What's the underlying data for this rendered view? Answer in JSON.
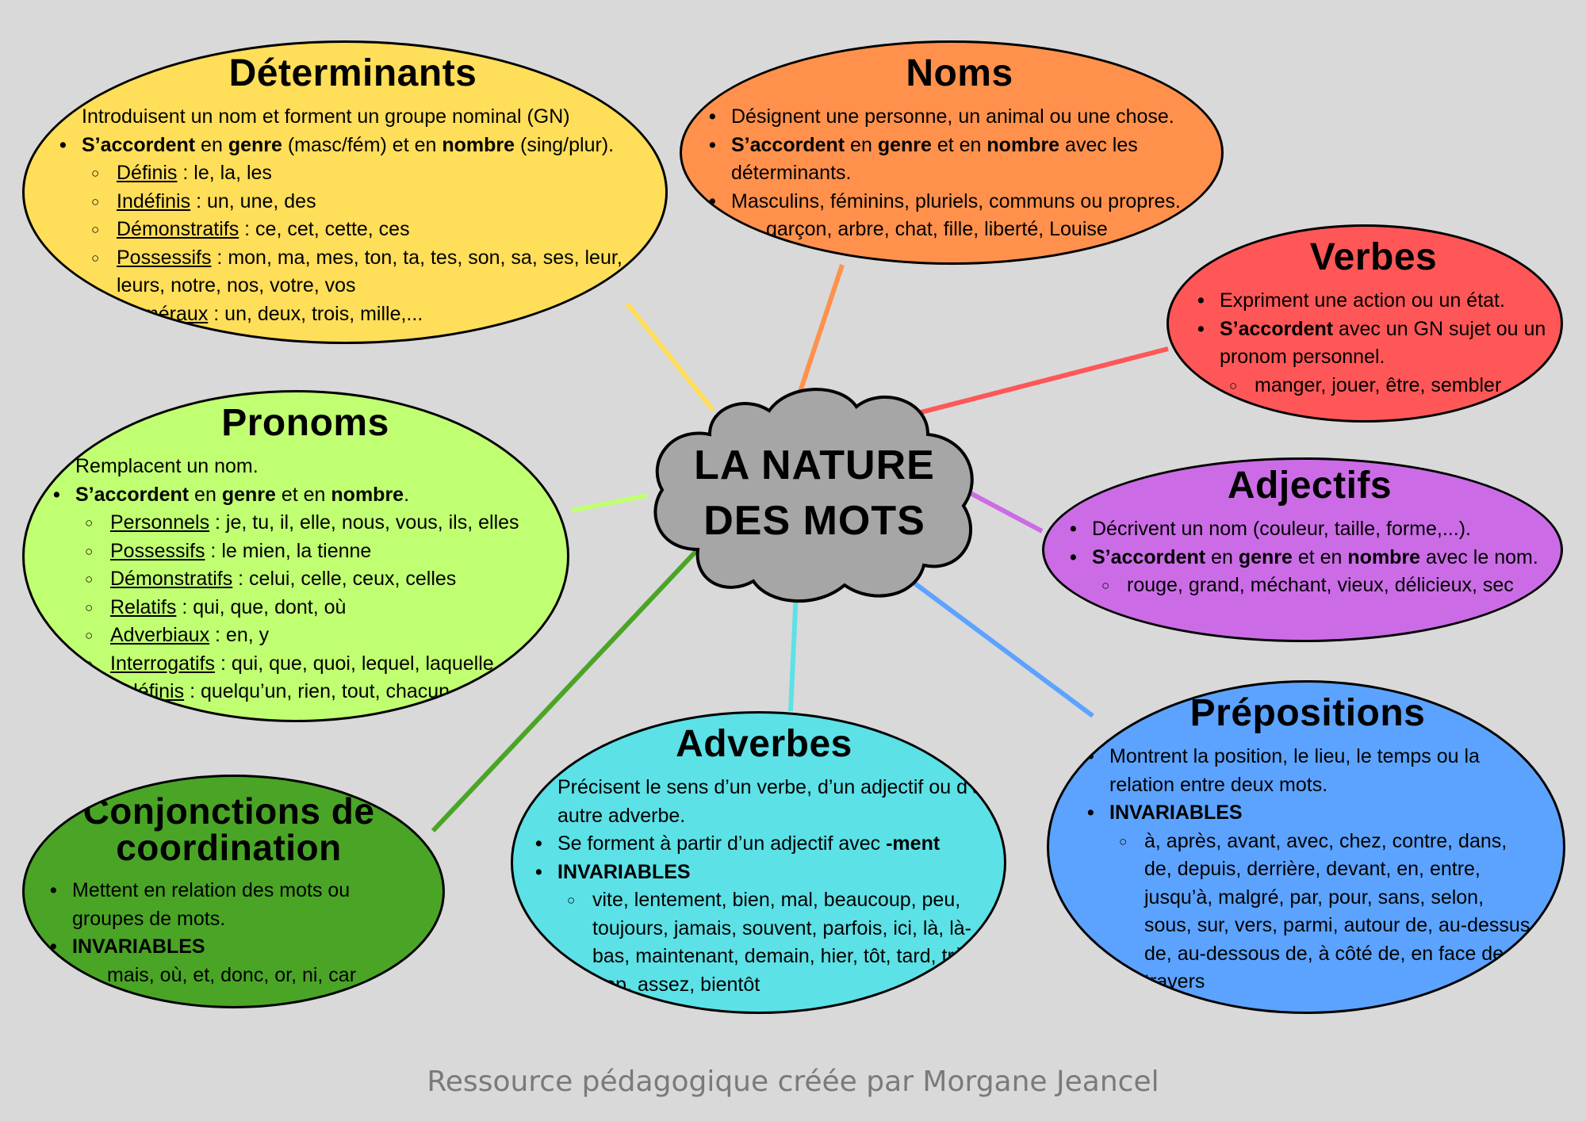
{
  "center": {
    "line1": "LA NATURE",
    "line2": "DES MOTS",
    "color": "#a6a6a6"
  },
  "footer": "Ressource pédagogique créée par Morgane Jeancel",
  "bubbles": [
    {
      "id": "determinants",
      "title": "Déterminants",
      "color": "#ffde59",
      "items": [
        {
          "level": 1,
          "segs": [
            {
              "t": "Introduisent un nom et forment un groupe nominal (GN)"
            }
          ]
        },
        {
          "level": 1,
          "segs": [
            {
              "t": "S’accordent",
              "b": true
            },
            {
              "t": " en "
            },
            {
              "t": "genre",
              "b": true
            },
            {
              "t": " (masc/fém) et en "
            },
            {
              "t": "nombre",
              "b": true
            },
            {
              "t": " (sing/plur)."
            }
          ]
        },
        {
          "level": 2,
          "segs": [
            {
              "t": "Définis",
              "u": true
            },
            {
              "t": " : le, la, les"
            }
          ]
        },
        {
          "level": 2,
          "segs": [
            {
              "t": "Indéfinis",
              "u": true
            },
            {
              "t": " : un, une, des"
            }
          ]
        },
        {
          "level": 2,
          "segs": [
            {
              "t": "Démonstratifs",
              "u": true
            },
            {
              "t": " : ce, cet, cette, ces"
            }
          ]
        },
        {
          "level": 2,
          "segs": [
            {
              "t": "Possessifs",
              "u": true
            },
            {
              "t": " : mon, ma, mes, ton, ta, tes, son, sa, ses, leur, leurs, notre, nos, votre, vos"
            }
          ]
        },
        {
          "level": 2,
          "segs": [
            {
              "t": "Numéraux",
              "u": true
            },
            {
              "t": " : un, deux, trois, mille,..."
            }
          ]
        }
      ]
    },
    {
      "id": "noms",
      "title": "Noms",
      "color": "#ff914d",
      "items": [
        {
          "level": 1,
          "segs": [
            {
              "t": "Désignent une personne, un animal ou une chose."
            }
          ]
        },
        {
          "level": 1,
          "segs": [
            {
              "t": "S’accordent",
              "b": true
            },
            {
              "t": " en "
            },
            {
              "t": "genre",
              "b": true
            },
            {
              "t": " et en "
            },
            {
              "t": "nombre",
              "b": true
            },
            {
              "t": " avec les déterminants."
            }
          ]
        },
        {
          "level": 1,
          "segs": [
            {
              "t": "Masculins, féminins, pluriels, communs ou propres."
            }
          ]
        },
        {
          "level": 2,
          "segs": [
            {
              "t": "garçon, arbre, chat, fille, liberté, Louise"
            }
          ]
        }
      ]
    },
    {
      "id": "verbes",
      "title": "Verbes",
      "color": "#ff5757",
      "items": [
        {
          "level": 1,
          "segs": [
            {
              "t": "Expriment une action ou un état."
            }
          ]
        },
        {
          "level": 1,
          "segs": [
            {
              "t": "S’accordent",
              "b": true
            },
            {
              "t": " avec un GN sujet ou un pronom personnel."
            }
          ]
        },
        {
          "level": 2,
          "segs": [
            {
              "t": "manger, jouer, être, sembler"
            }
          ]
        }
      ]
    },
    {
      "id": "pronoms",
      "title": "Pronoms",
      "color": "#c1ff72",
      "items": [
        {
          "level": 1,
          "segs": [
            {
              "t": "Remplacent un nom."
            }
          ]
        },
        {
          "level": 1,
          "segs": [
            {
              "t": "S’accordent",
              "b": true
            },
            {
              "t": " en "
            },
            {
              "t": "genre",
              "b": true
            },
            {
              "t": " et en "
            },
            {
              "t": "nombre",
              "b": true
            },
            {
              "t": "."
            }
          ]
        },
        {
          "level": 2,
          "segs": [
            {
              "t": "Personnels",
              "u": true
            },
            {
              "t": " : je, tu, il, elle, nous, vous, ils, elles"
            }
          ]
        },
        {
          "level": 2,
          "segs": [
            {
              "t": "Possessifs",
              "u": true
            },
            {
              "t": " : le mien, la tienne"
            }
          ]
        },
        {
          "level": 2,
          "segs": [
            {
              "t": "Démonstratifs",
              "u": true
            },
            {
              "t": " : celui, celle, ceux, celles"
            }
          ]
        },
        {
          "level": 2,
          "segs": [
            {
              "t": "Relatifs",
              "u": true
            },
            {
              "t": " : qui, que, dont, où"
            }
          ]
        },
        {
          "level": 2,
          "segs": [
            {
              "t": "Adverbiaux",
              "u": true
            },
            {
              "t": " : en, y"
            }
          ]
        },
        {
          "level": 2,
          "segs": [
            {
              "t": "Interrogatifs",
              "u": true
            },
            {
              "t": " : qui, que, quoi, lequel, laquelle"
            }
          ]
        },
        {
          "level": 2,
          "segs": [
            {
              "t": "Indéfinis",
              "u": true
            },
            {
              "t": " : quelqu’un, rien, tout, chacun"
            }
          ]
        }
      ]
    },
    {
      "id": "adjectifs",
      "title": "Adjectifs",
      "color": "#cb6ce6",
      "items": [
        {
          "level": 1,
          "segs": [
            {
              "t": "Décrivent un nom (couleur, taille, forme,...)."
            }
          ]
        },
        {
          "level": 1,
          "segs": [
            {
              "t": "S’accordent",
              "b": true
            },
            {
              "t": " en "
            },
            {
              "t": "genre",
              "b": true
            },
            {
              "t": " et en "
            },
            {
              "t": "nombre",
              "b": true
            },
            {
              "t": " avec le nom."
            }
          ]
        },
        {
          "level": 2,
          "segs": [
            {
              "t": "rouge, grand, méchant, vieux, délicieux, sec"
            }
          ]
        }
      ]
    },
    {
      "id": "conjonctions",
      "title": "Conjonctions de coordination",
      "color": "#4aa526",
      "items": [
        {
          "level": 1,
          "segs": [
            {
              "t": "Mettent en relation des mots ou groupes de mots."
            }
          ]
        },
        {
          "level": 1,
          "segs": [
            {
              "t": "INVARIABLES",
              "b": true
            }
          ]
        },
        {
          "level": 2,
          "segs": [
            {
              "t": "mais, où, et, donc, or, ni, car"
            }
          ]
        }
      ]
    },
    {
      "id": "adverbes",
      "title": "Adverbes",
      "color": "#5ce1e6",
      "items": [
        {
          "level": 1,
          "segs": [
            {
              "t": "Précisent le sens d’un verbe, d’un adjectif ou d’un autre adverbe."
            }
          ]
        },
        {
          "level": 1,
          "segs": [
            {
              "t": "Se forment à partir d’un adjectif avec "
            },
            {
              "t": "-ment",
              "b": true
            }
          ]
        },
        {
          "level": 1,
          "segs": [
            {
              "t": "INVARIABLES",
              "b": true
            }
          ]
        },
        {
          "level": 2,
          "segs": [
            {
              "t": "vite, lentement, bien, mal, beaucoup, peu, toujours, jamais, souvent, parfois, ici, là, là-bas, maintenant, demain, hier, tôt, tard, très, trop, assez, bientôt"
            }
          ]
        }
      ]
    },
    {
      "id": "prepositions",
      "title": "Prépositions",
      "color": "#5ca3ff",
      "items": [
        {
          "level": 1,
          "segs": [
            {
              "t": "Montrent la position, le lieu, le temps ou la relation entre deux mots."
            }
          ]
        },
        {
          "level": 1,
          "segs": [
            {
              "t": "INVARIABLES",
              "b": true
            }
          ]
        },
        {
          "level": 2,
          "segs": [
            {
              "t": "à, après, avant, avec, chez, contre, dans, de, depuis, derrière, devant, en, entre, jusqu’à, malgré, par, pour, sans, selon, sous, sur, vers, parmi, autour de, au-dessus de, au-dessous de, à côté de, en face de, à travers"
            }
          ]
        }
      ]
    }
  ]
}
